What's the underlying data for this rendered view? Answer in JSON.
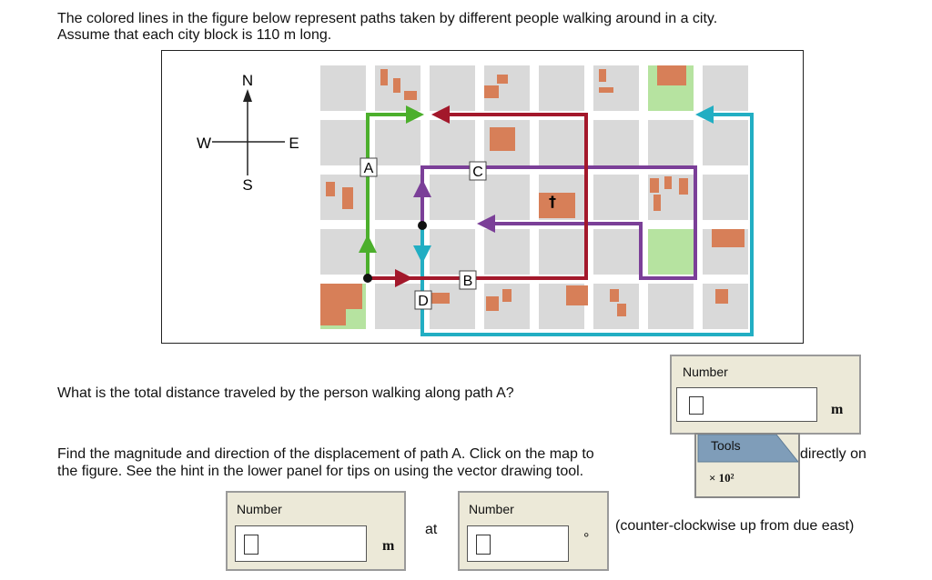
{
  "intro": {
    "line1": "The colored lines in the figure below represent paths taken by different people walking around in a city.",
    "line2": "Assume that each city block is 110 m long."
  },
  "map": {
    "compass": {
      "north": "N",
      "south": "S",
      "east": "E",
      "west": "W"
    },
    "paths": {
      "A": {
        "label": "A",
        "color": "#4caf2c"
      },
      "B": {
        "label": "B",
        "color": "#a3182b"
      },
      "C": {
        "label": "C",
        "color": "#7b3f98"
      },
      "D": {
        "label": "D",
        "color": "#22aec3"
      }
    },
    "colors": {
      "block": "#d9d9d9",
      "building": "#d77f58",
      "park": "#b6e3a0"
    },
    "church_symbol": "†"
  },
  "question1": {
    "text": "What is the total distance traveled by the person walking along path A?",
    "panel_label": "Number",
    "input_value": "",
    "unit": "m",
    "tools_label": "Tools",
    "sci_notation": "× 10²"
  },
  "question2": {
    "line1_start": "Find the magnitude and direction of the displacement of path A. Click on the map to",
    "line1_end": "directly on",
    "line2": "the figure. See the hint in the lower panel for tips on using the vector drawing tool.",
    "magnitude": {
      "panel_label": "Number",
      "input_value": "",
      "unit": "m"
    },
    "at_label": "at",
    "direction": {
      "panel_label": "Number",
      "input_value": "",
      "unit": "°"
    },
    "direction_note": "(counter-clockwise up from due east)"
  }
}
